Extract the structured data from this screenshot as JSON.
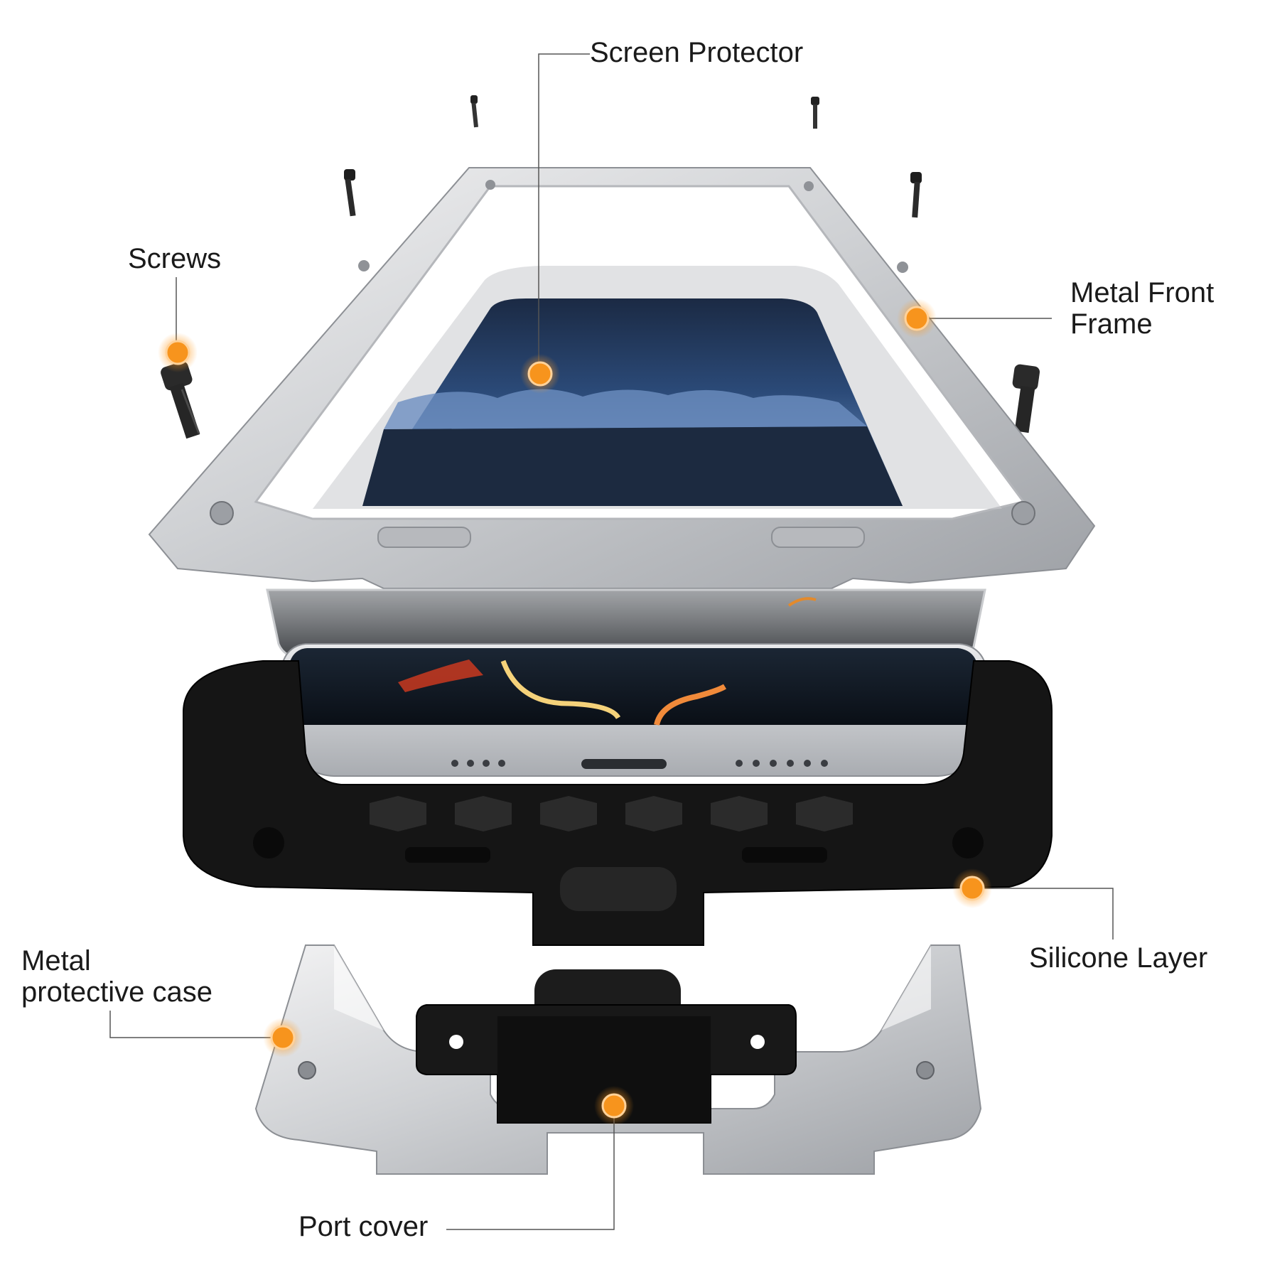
{
  "labels": {
    "screen_protector": "Screen Protector",
    "screws": "Screws",
    "metal_front_frame": [
      "Metal Front",
      "Frame"
    ],
    "silicone_layer": "Silicone Layer",
    "metal_protective_case": [
      "Metal",
      "protective case"
    ],
    "port_cover": "Port cover"
  },
  "colors": {
    "hotspot": "#f7941d",
    "leader_line": "#555555",
    "silver": "#d9dadc",
    "silicone": "#151515"
  }
}
